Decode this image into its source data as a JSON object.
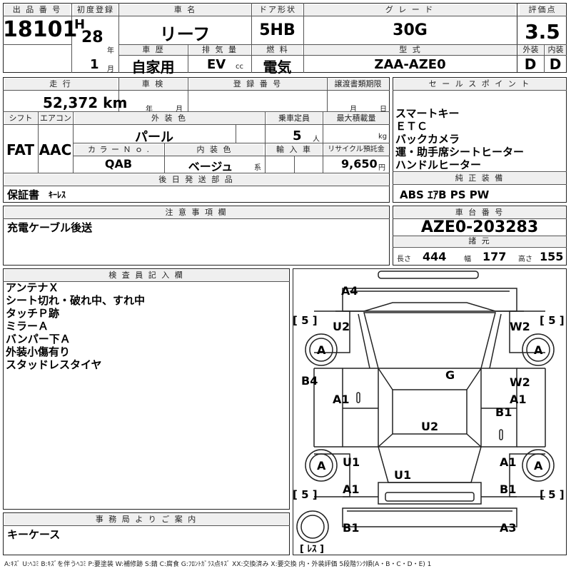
{
  "top": {
    "h_listing": "出 品 番 号",
    "listing_no": "18101",
    "h_first_reg": "初度登録",
    "era": "H",
    "year": "28",
    "year_unit": "年",
    "month": "1",
    "month_unit": "月",
    "h_car_name": "車 名",
    "car_name": "リーフ",
    "h_door": "ドア形状",
    "door": "5HB",
    "h_grade": "グ レ ー ド",
    "grade": "30G",
    "h_score": "評価点",
    "score": "3.5",
    "h_exterior": "外装",
    "exterior": "D",
    "h_interior": "内装",
    "interior": "D",
    "h_history": "車 歴",
    "history": "自家用",
    "h_displacement": "排 気 量",
    "displacement": "EV",
    "displacement_unit": "cc",
    "h_fuel": "燃 料",
    "fuel": "電気",
    "h_model": "型 式",
    "model": "ZAA-AZE0"
  },
  "row2": {
    "h_mileage": "走 行",
    "mileage": "52,372 km",
    "h_inspection": "車 検",
    "insp_year_unit": "年",
    "insp_month_unit": "月",
    "h_reg_no": "登 録 番 号",
    "h_transfer": "譲渡書類期限",
    "transfer_month_unit": "月",
    "transfer_day_unit": "日",
    "h_shift": "シフト",
    "shift": "FAT",
    "h_ac": "エアコン",
    "ac": "AAC",
    "h_ext_color": "外 装 色",
    "ext_color": "パール",
    "h_capacity": "乗車定員",
    "capacity": "5",
    "capacity_unit": "人",
    "h_load": "最大積載量",
    "load_unit": "kg",
    "h_color_no": "カ ラ ー Ｎ ｏ .",
    "color_no": "QAB",
    "h_int_color": "内 装 色",
    "int_color": "ベージュ",
    "int_color_unit": "系",
    "h_import": "輸 入 車",
    "h_recycle": "リサイクル預託金",
    "recycle": "9,650",
    "recycle_unit": "円",
    "h_later_parts": "後 日 発 送 部 品",
    "later_parts_1": "保証書",
    "later_parts_2": "ｷｰﾚｽ"
  },
  "sales": {
    "h": "セ ー ル ス ポ イ ン ト",
    "points": [
      "スマートキー",
      "ＥＴＣ",
      "バックカメラ",
      "運・助手席シートヒーター",
      "ハンドルヒーター"
    ],
    "h_equip": "純 正 装 備",
    "equip": "ABS ｴｱB PS PW"
  },
  "notes": {
    "h": "注 意 事 項 欄",
    "text": "充電ケーブル後送"
  },
  "chassis": {
    "h": "車 台 番 号",
    "number": "AZE0-203283",
    "h_spec": "諸 元",
    "length_label": "長さ",
    "length": "444",
    "width_label": "幅",
    "width": "177",
    "height_label": "高さ",
    "height": "155"
  },
  "inspector": {
    "h": "検 査 員 記 入 欄",
    "lines": [
      "アンテナＸ",
      "シート切れ・破れ中、すれ中",
      "タッチＰ跡",
      "ミラーＡ",
      "バンパー下Ａ",
      "外装小傷有り",
      "スタッドレスタイヤ"
    ]
  },
  "office": {
    "h": "事 務 局 よ り ご 案 内",
    "text": "キーケース"
  },
  "diagram": {
    "marks": {
      "a4": "A4",
      "u2_front_left": "U2",
      "w2_front_right": "W2",
      "g": "G",
      "b4": "B4",
      "a1_left_door": "A1",
      "w2_right_door": "W2",
      "a1_right_door": "A1",
      "b1_right_mid": "B1",
      "u2_roof": "U2",
      "u1_left_rear": "U1",
      "a1_right_rear": "A1",
      "u1_trunk": "U1",
      "a1_left_rear_low": "A1",
      "b1_right_rear_low": "B1",
      "b1_rear_left": "B1",
      "a3_rear_right": "A3"
    },
    "tire_labels": {
      "fl": "A",
      "fr": "A",
      "rl": "A",
      "rr": "A",
      "spare": ""
    },
    "tread": {
      "fl": "[ 5 ]",
      "fr": "[ 5 ]",
      "rl": "[ 5 ]",
      "rr": "[ 5 ]",
      "spare": "[ ﾚｽ ]"
    },
    "window_zero_1": "0",
    "window_zero_2": "0"
  },
  "legend": "A:ｷｽﾞ  U:ﾍｺﾐ  B:ｷｽﾞを伴うﾍｺﾐ  P:要塗装  W:補修跡  S:錆  C:腐食  G:ﾌﾛﾝﾄｶﾞﾗｽ点ｷｽﾞ  XX:交換済み  X:要交換   内・外装評価  5段階ﾗﾝｸ順(A・B・C・D・E) 1"
}
